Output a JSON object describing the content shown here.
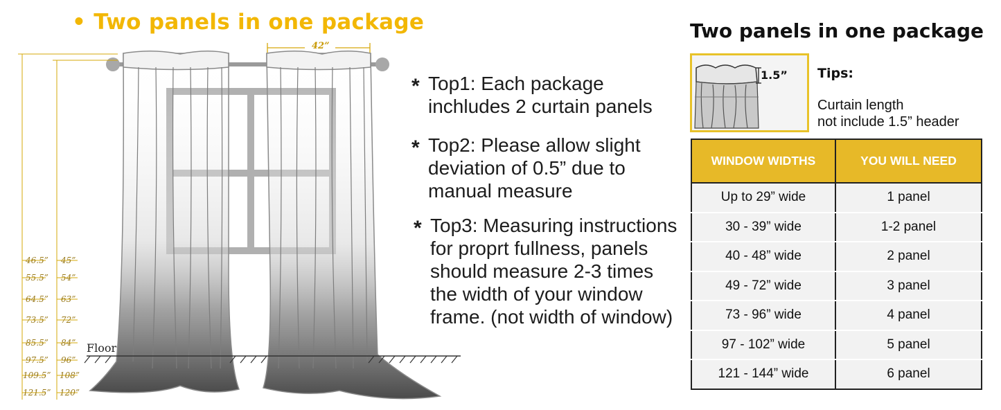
{
  "illustration": {
    "headline": "• Two panels in one package",
    "panel_width": "42”",
    "floor_label": "Floor",
    "lengths_outer": [
      "46.5”",
      "55.5”",
      "64.5”",
      "73.5”",
      "85.5”",
      "97.5”",
      "109.5”",
      "121.5”"
    ],
    "lengths_inner": [
      "45”",
      "54”",
      "63”",
      "72”",
      "84”",
      "96”",
      "108”",
      "120”"
    ]
  },
  "instructions": [
    {
      "lines": [
        "Top1: Each package",
        "inchludes 2 curtain panels"
      ]
    },
    {
      "lines": [
        "Top2: Please allow slight",
        "deviation of 0.5” due to",
        "manual measure"
      ]
    },
    {
      "lines": [
        "Top3: Measuring instructions",
        "for proprt fullness, panels",
        "should measure 2-3 times",
        "the width of your window",
        "frame. (not width of window)"
      ]
    }
  ],
  "right_panel": {
    "title": "Two panels in one package",
    "header_size": "1.5”",
    "tips_label": "Tips:",
    "tips_lines": [
      "Curtain length",
      "not include 1.5” header"
    ],
    "table": {
      "headers": [
        "WINDOW WIDTHS",
        "YOU WILL NEED"
      ],
      "rows": [
        [
          "Up to 29” wide",
          "1 panel"
        ],
        [
          "30 - 39” wide",
          "1-2 panel"
        ],
        [
          "40 - 48” wide",
          "2 panel"
        ],
        [
          "49 - 72” wide",
          "3 panel"
        ],
        [
          "73 - 96” wide",
          "4 panel"
        ],
        [
          "97 - 102” wide",
          "5 panel"
        ],
        [
          "121 - 144” wide",
          "6 panel"
        ]
      ]
    }
  },
  "colors": {
    "accent_yellow": "#f2b705",
    "table_header": "#e7b928",
    "cell_bg": "#f2f2f2"
  }
}
